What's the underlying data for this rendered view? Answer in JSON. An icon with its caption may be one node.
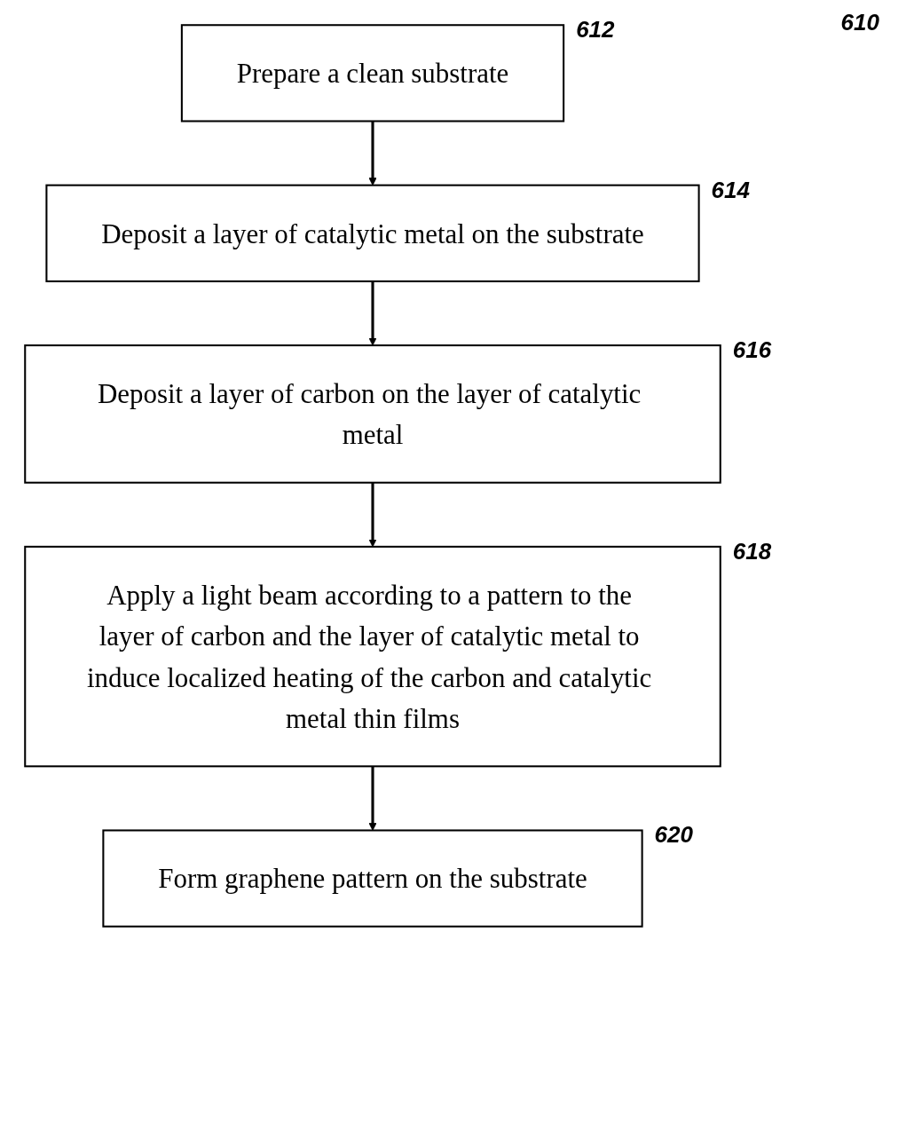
{
  "diagram": {
    "nodes": [
      {
        "text": [
          "Prepare a clean substrate"
        ],
        "beside": [
          "612"
        ]
      },
      {
        "text": [
          "Deposit a layer of catalytic metal on the substrate"
        ],
        "beside": [
          "614"
        ]
      },
      {
        "text": [
          "Deposit a layer of carbon on the layer of catalytic metal"
        ],
        "beside": [
          "616"
        ]
      },
      {
        "text": [
          "Apply a light beam according to a pattern to the layer of carbon and the layer of catalytic metal to induce localized heating of the carbon and catalytic metal thin films"
        ],
        "beside": [
          "618"
        ]
      },
      {
        "text": [
          "Form graphene pattern on the substrate"
        ],
        "beside": [
          "620"
        ]
      }
    ],
    "edges": [
      {
        "from": 0,
        "to": 1,
        "arrow": "to"
      },
      {
        "from": 1,
        "to": 2,
        "arrow": "to"
      },
      {
        "from": 2,
        "to": 3,
        "arrow": "to"
      },
      {
        "from": 3,
        "to": 4,
        "arrow": "to"
      }
    ],
    "labels": [
      "610"
    ]
  }
}
